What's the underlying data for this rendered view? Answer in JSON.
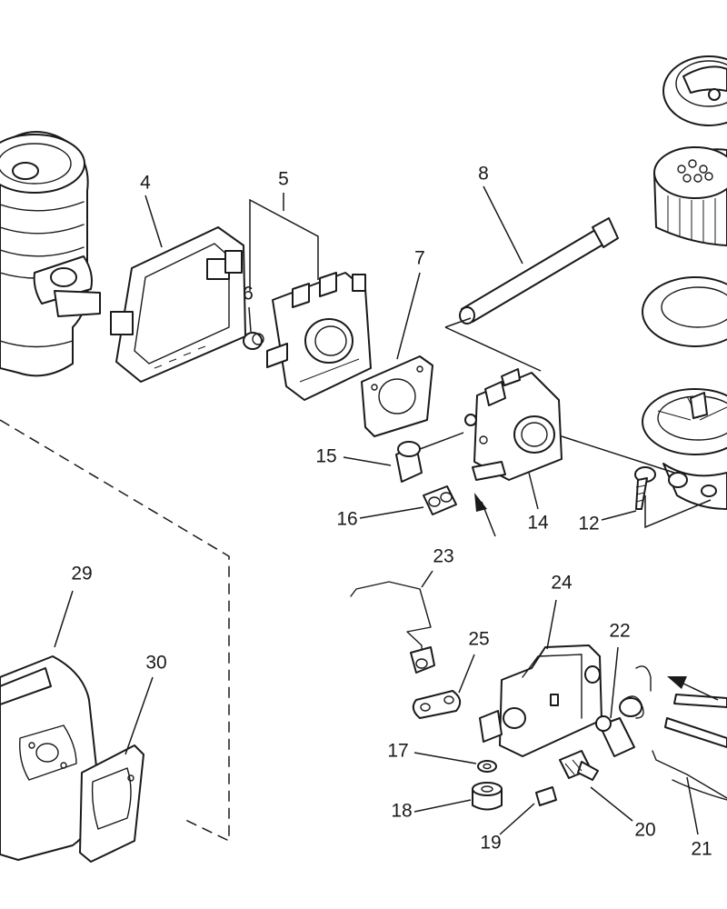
{
  "callouts": [
    {
      "id": "4",
      "text": "4"
    },
    {
      "id": "5",
      "text": "5"
    },
    {
      "id": "6",
      "text": "6"
    },
    {
      "id": "7",
      "text": "7"
    },
    {
      "id": "8",
      "text": "8"
    },
    {
      "id": "12",
      "text": "12"
    },
    {
      "id": "14",
      "text": "14"
    },
    {
      "id": "15",
      "text": "15"
    },
    {
      "id": "16",
      "text": "16"
    },
    {
      "id": "17",
      "text": "17"
    },
    {
      "id": "18",
      "text": "18"
    },
    {
      "id": "19",
      "text": "19"
    },
    {
      "id": "20",
      "text": "20"
    },
    {
      "id": "21",
      "text": "21"
    },
    {
      "id": "22",
      "text": "22"
    },
    {
      "id": "23",
      "text": "23"
    },
    {
      "id": "24",
      "text": "24"
    },
    {
      "id": "25",
      "text": "25"
    },
    {
      "id": "29",
      "text": "29"
    },
    {
      "id": "30",
      "text": "30"
    }
  ],
  "parts": [
    {
      "name": "cylinder"
    },
    {
      "name": "intake-gasket-frame"
    },
    {
      "name": "intake-adapter"
    },
    {
      "name": "grommet"
    },
    {
      "name": "carburetor-gasket"
    },
    {
      "name": "tube"
    },
    {
      "name": "carburetor"
    },
    {
      "name": "nozzle"
    },
    {
      "name": "bushing"
    },
    {
      "name": "screw"
    },
    {
      "name": "air-filter-cover"
    },
    {
      "name": "air-filter-element"
    },
    {
      "name": "filter-seal"
    },
    {
      "name": "filter-base"
    },
    {
      "name": "muffler"
    },
    {
      "name": "muffler-gasket"
    },
    {
      "name": "throttle-rod"
    },
    {
      "name": "ground-strap"
    },
    {
      "name": "control-bracket"
    },
    {
      "name": "spacer"
    },
    {
      "name": "rubber-mount"
    },
    {
      "name": "plate"
    },
    {
      "name": "switch"
    },
    {
      "name": "control-cable"
    },
    {
      "name": "spring-bushing"
    }
  ]
}
